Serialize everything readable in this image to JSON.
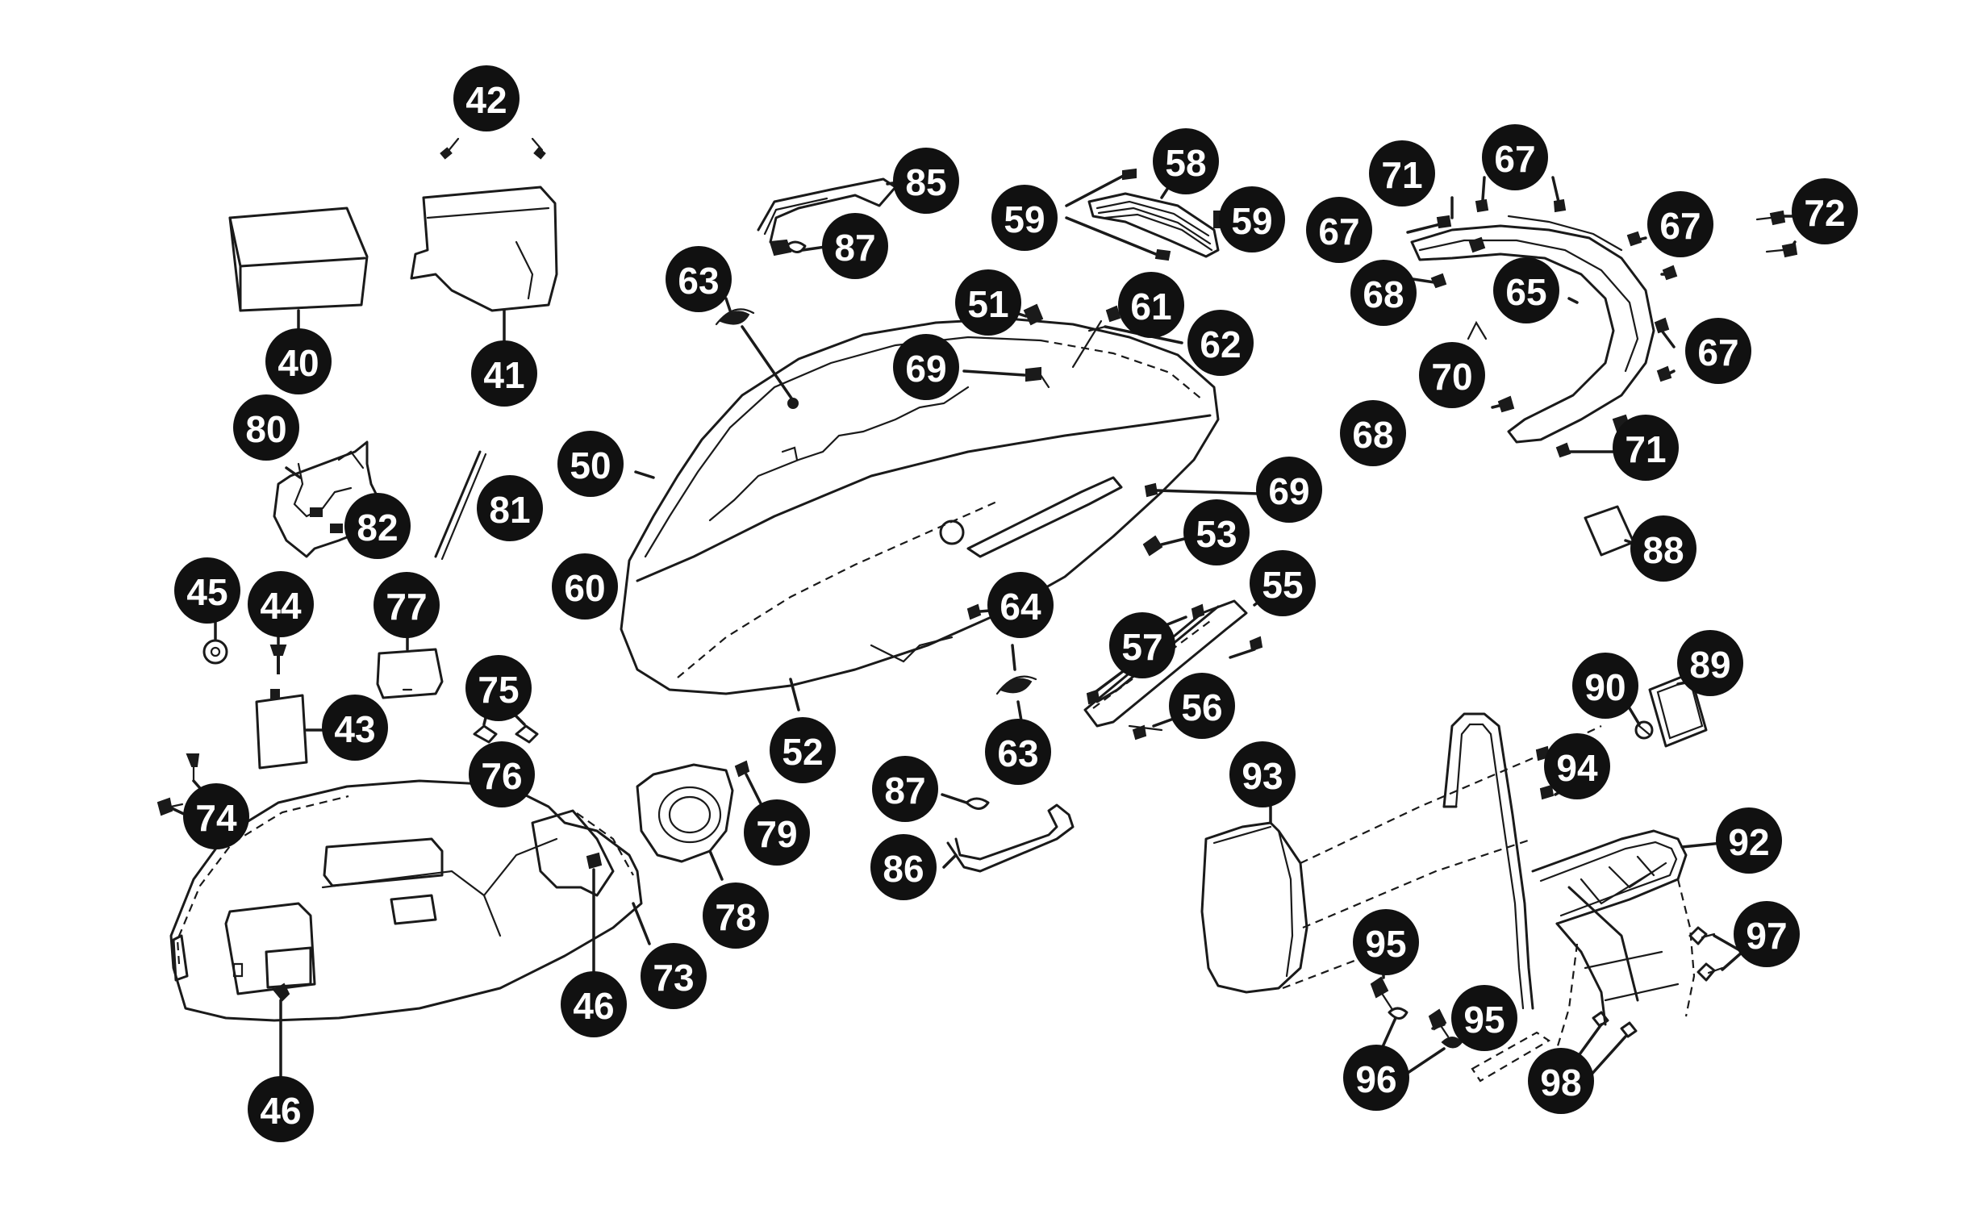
{
  "diagram": {
    "callouts": [
      {
        "id": "c42a",
        "label": "42"
      },
      {
        "id": "c40",
        "label": "40"
      },
      {
        "id": "c41",
        "label": "41"
      },
      {
        "id": "c80",
        "label": "80"
      },
      {
        "id": "c82",
        "label": "82"
      },
      {
        "id": "c81",
        "label": "81"
      },
      {
        "id": "c45",
        "label": "45"
      },
      {
        "id": "c44",
        "label": "44"
      },
      {
        "id": "c77",
        "label": "77"
      },
      {
        "id": "c43",
        "label": "43"
      },
      {
        "id": "c75",
        "label": "75"
      },
      {
        "id": "c76",
        "label": "76"
      },
      {
        "id": "c74",
        "label": "74"
      },
      {
        "id": "c46a",
        "label": "46"
      },
      {
        "id": "c46b",
        "label": "46"
      },
      {
        "id": "c73",
        "label": "73"
      },
      {
        "id": "c78",
        "label": "78"
      },
      {
        "id": "c79",
        "label": "79"
      },
      {
        "id": "c50",
        "label": "50"
      },
      {
        "id": "c60",
        "label": "60"
      },
      {
        "id": "c52",
        "label": "52"
      },
      {
        "id": "c63a",
        "label": "63"
      },
      {
        "id": "c63b",
        "label": "63"
      },
      {
        "id": "c85",
        "label": "85"
      },
      {
        "id": "c87a",
        "label": "87"
      },
      {
        "id": "c87b",
        "label": "87"
      },
      {
        "id": "c86",
        "label": "86"
      },
      {
        "id": "c51",
        "label": "51"
      },
      {
        "id": "c69a",
        "label": "69"
      },
      {
        "id": "c69b",
        "label": "69"
      },
      {
        "id": "c61",
        "label": "61"
      },
      {
        "id": "c62",
        "label": "62"
      },
      {
        "id": "c58",
        "label": "58"
      },
      {
        "id": "c59a",
        "label": "59"
      },
      {
        "id": "c59b",
        "label": "59"
      },
      {
        "id": "c64",
        "label": "64"
      },
      {
        "id": "c53",
        "label": "53"
      },
      {
        "id": "c55",
        "label": "55"
      },
      {
        "id": "c57",
        "label": "57"
      },
      {
        "id": "c56",
        "label": "56"
      },
      {
        "id": "c71a",
        "label": "71"
      },
      {
        "id": "c71b",
        "label": "71"
      },
      {
        "id": "c67a",
        "label": "67"
      },
      {
        "id": "c67b",
        "label": "67"
      },
      {
        "id": "c67c",
        "label": "67"
      },
      {
        "id": "c67d",
        "label": "67"
      },
      {
        "id": "c72",
        "label": "72"
      },
      {
        "id": "c68a",
        "label": "68"
      },
      {
        "id": "c68b",
        "label": "68"
      },
      {
        "id": "c65",
        "label": "65"
      },
      {
        "id": "c70",
        "label": "70"
      },
      {
        "id": "c88",
        "label": "88"
      },
      {
        "id": "c89",
        "label": "89"
      },
      {
        "id": "c90",
        "label": "90"
      },
      {
        "id": "c93",
        "label": "93"
      },
      {
        "id": "c94",
        "label": "94"
      },
      {
        "id": "c92",
        "label": "92"
      },
      {
        "id": "c97",
        "label": "97"
      },
      {
        "id": "c95a",
        "label": "95"
      },
      {
        "id": "c95b",
        "label": "95"
      },
      {
        "id": "c96",
        "label": "96"
      },
      {
        "id": "c98",
        "label": "98"
      }
    ]
  }
}
